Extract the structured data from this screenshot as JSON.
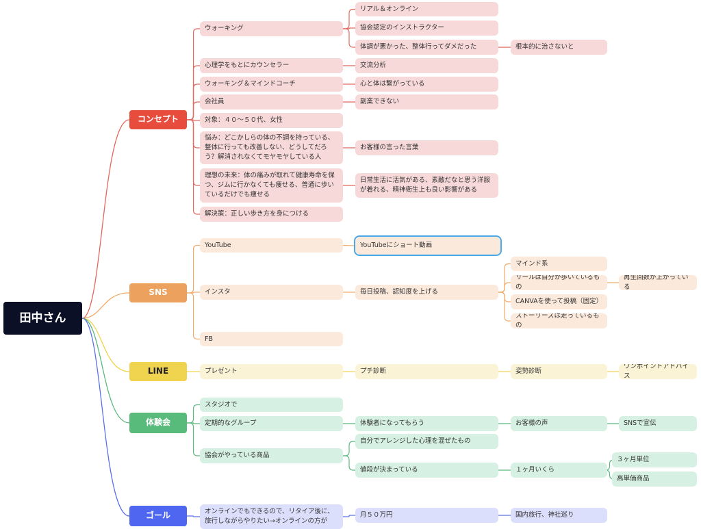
{
  "root": {
    "label": "田中さん"
  },
  "colors": {
    "concept": "#e74c3c",
    "concept_fill": "#f8d9d9",
    "concept_line": "#e0685c",
    "sns": "#eda15e",
    "sns_fill": "#fbe9dc",
    "sns_line": "#f0aa6a",
    "line": "#f0d34e",
    "line_fill": "#fbf3d6",
    "line_line": "#f0d34e",
    "taiken": "#59bb7b",
    "taiken_fill": "#d6f0e3",
    "taiken_line": "#5cb87f",
    "goal": "#4f67f0",
    "goal_fill": "#dcdffb",
    "goal_line": "#5b6fe9"
  },
  "branches": [
    {
      "id": "concept",
      "label": "コンセプト",
      "color": "concept",
      "children": [
        {
          "label": "ウォーキング",
          "children": [
            {
              "label": "リアル＆オンライン"
            },
            {
              "label": "協会認定のインストラクター"
            },
            {
              "label": "体調が悪かった、整体行ってダメだった",
              "children": [
                {
                  "label": "根本的に治さないと"
                }
              ]
            }
          ]
        },
        {
          "label": "心理学をもとにカウンセラー",
          "children": [
            {
              "label": "交流分析"
            }
          ]
        },
        {
          "label": "ウォーキング＆マインドコーチ",
          "children": [
            {
              "label": "心と体は繋がっている"
            }
          ]
        },
        {
          "label": "会社員",
          "children": [
            {
              "label": "副業できない"
            }
          ]
        },
        {
          "label": "対象：４０〜５０代、女性"
        },
        {
          "label": "悩み：どこかしらの体の不調を持っている、整体に行っても改善しない、どうしてだろう？解消されなくてモヤモヤしている人",
          "children": [
            {
              "label": "お客様の言った言葉"
            }
          ]
        },
        {
          "label": "理想の未来：体の痛みが取れて健康寿命を保つ、ジムに行かなくても痩せる、普通に歩いているだけでも痩せる",
          "children": [
            {
              "label": "日常生活に活気がある、素敵だなと思う洋服が着れる、精神衛生上も良い影響がある"
            }
          ]
        },
        {
          "label": "解決策：正しい歩き方を身につける"
        }
      ]
    },
    {
      "id": "sns",
      "label": "SNS",
      "color": "sns",
      "children": [
        {
          "label": "YouTube",
          "children": [
            {
              "label": "YouTubeにショート動画",
              "selected": true
            }
          ]
        },
        {
          "label": "インスタ",
          "children": [
            {
              "label": "毎日投稿、認知度を上げる",
              "children": [
                {
                  "label": "マインド系"
                },
                {
                  "label": "リールは自分が歩いているもの",
                  "children": [
                    {
                      "label": "再生回数が上がっている"
                    }
                  ]
                },
                {
                  "label": "CANVAを使って投稿（固定）"
                },
                {
                  "label": "ストーリーズは走っているもの"
                }
              ]
            }
          ]
        },
        {
          "label": "FB"
        }
      ]
    },
    {
      "id": "line",
      "label": "LINE",
      "color": "line",
      "children": [
        {
          "label": "プレゼント",
          "children": [
            {
              "label": "プチ診断",
              "children": [
                {
                  "label": "姿勢診断",
                  "children": [
                    {
                      "label": "ワンポイントアドバイス"
                    }
                  ]
                }
              ]
            }
          ]
        }
      ]
    },
    {
      "id": "taiken",
      "label": "体験会",
      "color": "taiken",
      "children": [
        {
          "label": "スタジオで"
        },
        {
          "label": "定期的なグループ",
          "children": [
            {
              "label": "体験者になってもらう",
              "children": [
                {
                  "label": "お客様の声",
                  "children": [
                    {
                      "label": "SNSで宣伝"
                    }
                  ]
                }
              ]
            }
          ]
        },
        {
          "label": "協会がやっている商品",
          "children": [
            {
              "label": "自分でアレンジした心理を混ぜたもの"
            },
            {
              "label": "値段が決まっている",
              "children": [
                {
                  "label": "１ヶ月いくら",
                  "children": [
                    {
                      "label": "３ヶ月単位"
                    },
                    {
                      "label": "高単価商品"
                    }
                  ]
                }
              ]
            }
          ]
        }
      ]
    },
    {
      "id": "goal",
      "label": "ゴール",
      "color": "goal",
      "children": [
        {
          "label": "オンラインでもできるので、リタイア後に、旅行しながらやりたい→オンラインの方が",
          "children": [
            {
              "label": "月５０万円",
              "children": [
                {
                  "label": "国内旅行、神社巡り"
                }
              ]
            }
          ]
        }
      ]
    }
  ]
}
